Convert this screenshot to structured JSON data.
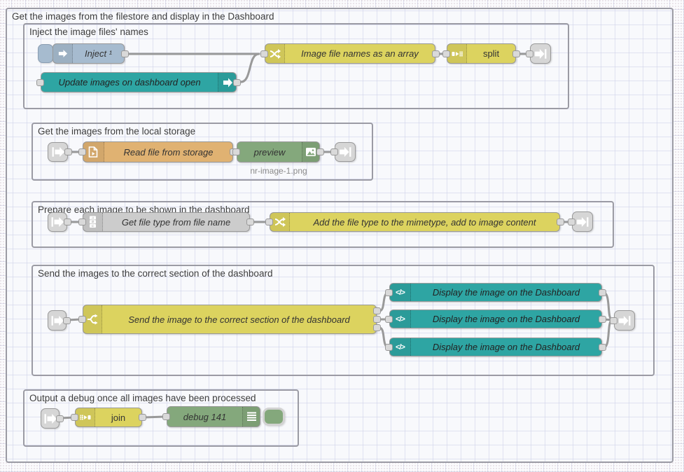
{
  "editor": {
    "type": "node-red-flow-canvas"
  },
  "outer_group": {
    "label": "Get the images from the filestore and display in the Dashboard"
  },
  "groups": {
    "inject": {
      "label": "Inject the image files' names"
    },
    "storage": {
      "label": "Get the images from the local storage"
    },
    "prepare": {
      "label": "Prepare each image to be shown in the dashboard"
    },
    "send": {
      "label": "Send the images to the correct section of the dashboard"
    },
    "debug": {
      "label": "Output a debug once all images have been processed"
    }
  },
  "nodes": {
    "inject": {
      "label": "Inject ¹"
    },
    "update": {
      "label": "Update images on dashboard open"
    },
    "filenames_fn": {
      "label": "Image file names as an array"
    },
    "split": {
      "label": "split"
    },
    "read_file": {
      "label": "Read file from storage"
    },
    "preview": {
      "label": "preview",
      "sublabel": "nr-image-1.png"
    },
    "get_type": {
      "label": "Get file type from file name"
    },
    "mimetype_fn": {
      "label": "Add the file type to the mimetype, add to image content"
    },
    "switch": {
      "label": "Send the image to the correct section of the dashboard"
    },
    "display": {
      "label": "Display the image on the Dashboard"
    },
    "join": {
      "label": "join"
    },
    "debug": {
      "label": "debug 141"
    }
  },
  "colors": {
    "node_blue": "#a6bbcf",
    "node_teal": "#2ea5a3",
    "node_yellow": "#dcd35f",
    "node_orange": "#e0b272",
    "node_green": "#84a87c",
    "node_gray": "#cccccc",
    "link_gray": "#d6d6d6",
    "wire": "#999999",
    "group_border": "#9b9ba4"
  }
}
